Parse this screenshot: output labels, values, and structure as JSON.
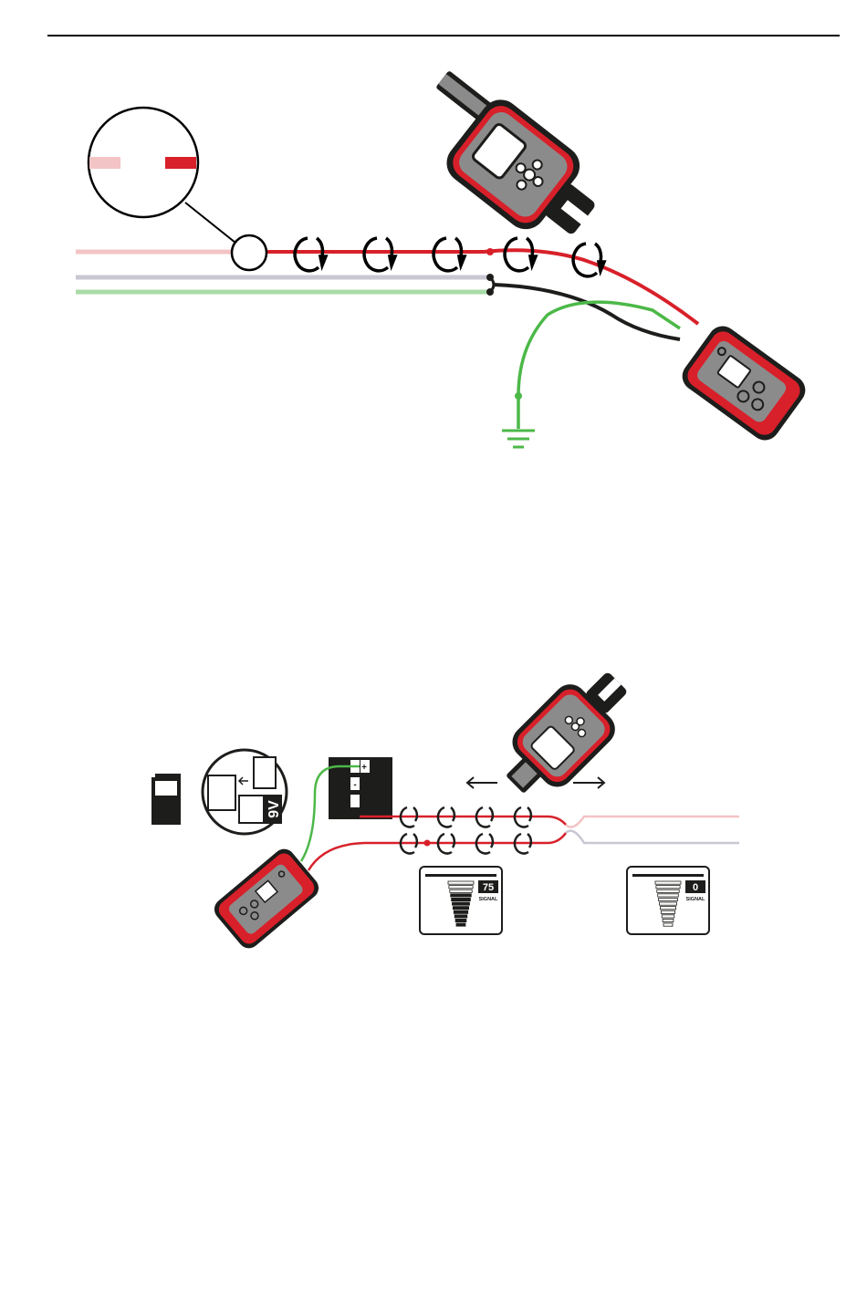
{
  "figure2": {
    "battery_label": "9V",
    "battery_terminal_plus": "+",
    "battery_terminal_minus": "-",
    "signal_caption": "SIGNAL",
    "receiver_strong": {
      "value": "75",
      "level": 0.75
    },
    "receiver_weak": {
      "value": "0",
      "level": 0.0
    }
  },
  "colors": {
    "red": "#d8202a",
    "pink": "#f3c4c5",
    "gray": "#c9c7d2",
    "green": "#4cb848",
    "light_green": "#a9dba7",
    "body_gray": "#8c8b8b",
    "dark": "#1d1d1b"
  },
  "icons": [
    "tracer-probe-icon",
    "transmitter-icon",
    "ground-symbol-icon",
    "magnifier-inset-icon",
    "battery-9v-icon",
    "direction-arrow-icon",
    "signal-meter-icon"
  ]
}
